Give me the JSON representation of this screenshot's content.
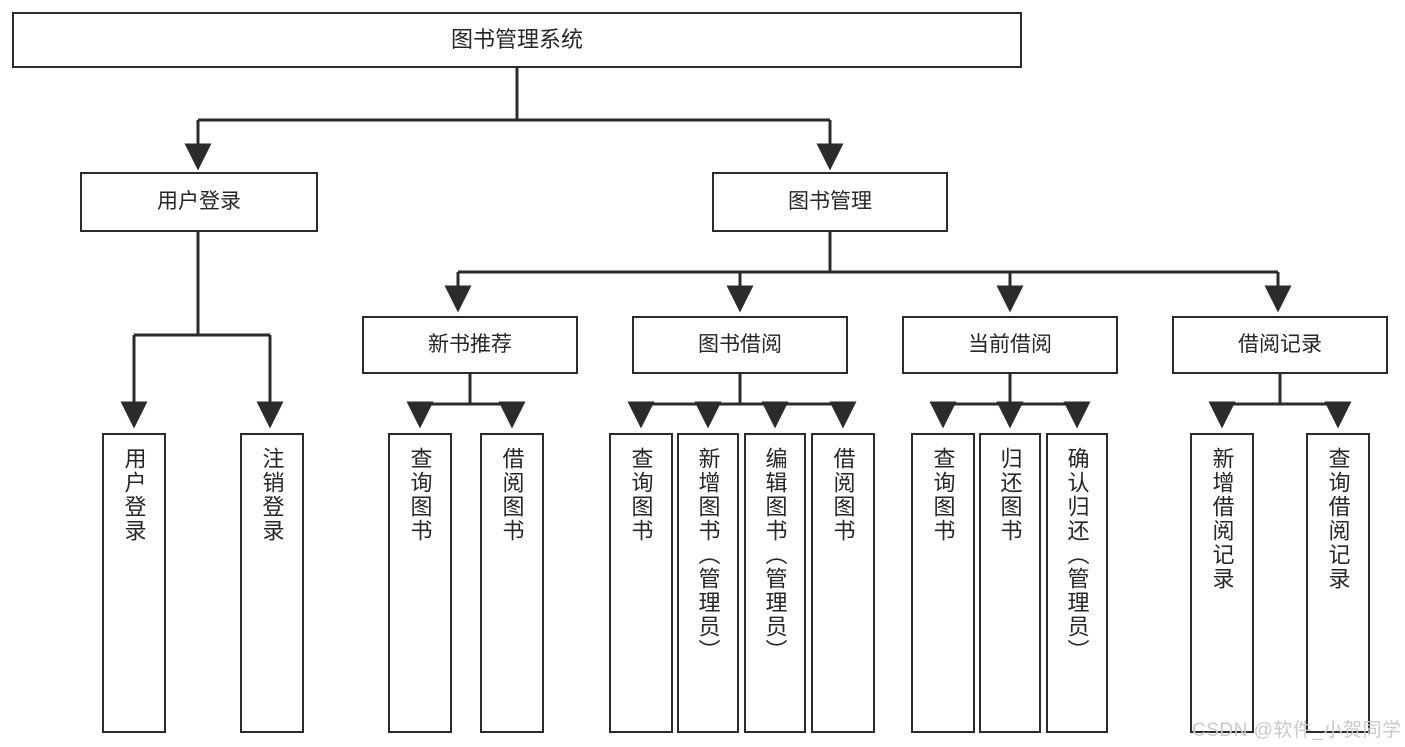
{
  "diagram": {
    "title": "图书管理系统",
    "type": "tree-hierarchy-diagram",
    "watermark": "CSDN @软件_小贺同学",
    "colors": {
      "stroke": "#2b2b2b",
      "fill": "#ffffff",
      "text": "#262626",
      "watermark": "#c9c9c9"
    },
    "nodes": {
      "root": {
        "label": "图书管理系统"
      },
      "level1": [
        {
          "id": "user-login",
          "label": "用户登录"
        },
        {
          "id": "book-manage",
          "label": "图书管理"
        }
      ],
      "level2": [
        {
          "id": "new-book-recommend",
          "label": "新书推荐"
        },
        {
          "id": "book-borrow",
          "label": "图书借阅"
        },
        {
          "id": "current-borrow",
          "label": "当前借阅"
        },
        {
          "id": "borrow-record",
          "label": "借阅记录"
        }
      ],
      "leaves": [
        {
          "id": "leaf-user-login",
          "label": "用户登录",
          "parent": "user-login"
        },
        {
          "id": "leaf-logout",
          "label": "注销登录",
          "parent": "user-login"
        },
        {
          "id": "leaf-query-book-1",
          "label": "查询图书",
          "parent": "new-book-recommend"
        },
        {
          "id": "leaf-borrow-book-1",
          "label": "借阅图书",
          "parent": "new-book-recommend"
        },
        {
          "id": "leaf-query-book-2",
          "label": "查询图书",
          "parent": "book-borrow"
        },
        {
          "id": "leaf-add-book",
          "label": "新增图书（管理员）",
          "parent": "book-borrow"
        },
        {
          "id": "leaf-edit-book",
          "label": "编辑图书（管理员）",
          "parent": "book-borrow"
        },
        {
          "id": "leaf-borrow-book-2",
          "label": "借阅图书",
          "parent": "book-borrow"
        },
        {
          "id": "leaf-query-book-3",
          "label": "查询图书",
          "parent": "current-borrow"
        },
        {
          "id": "leaf-return-book",
          "label": "归还图书",
          "parent": "current-borrow"
        },
        {
          "id": "leaf-confirm-return",
          "label": "确认归还（管理员）",
          "parent": "current-borrow"
        },
        {
          "id": "leaf-add-record",
          "label": "新增借阅记录",
          "parent": "borrow-record"
        },
        {
          "id": "leaf-query-record",
          "label": "查询借阅记录",
          "parent": "borrow-record"
        }
      ]
    }
  }
}
